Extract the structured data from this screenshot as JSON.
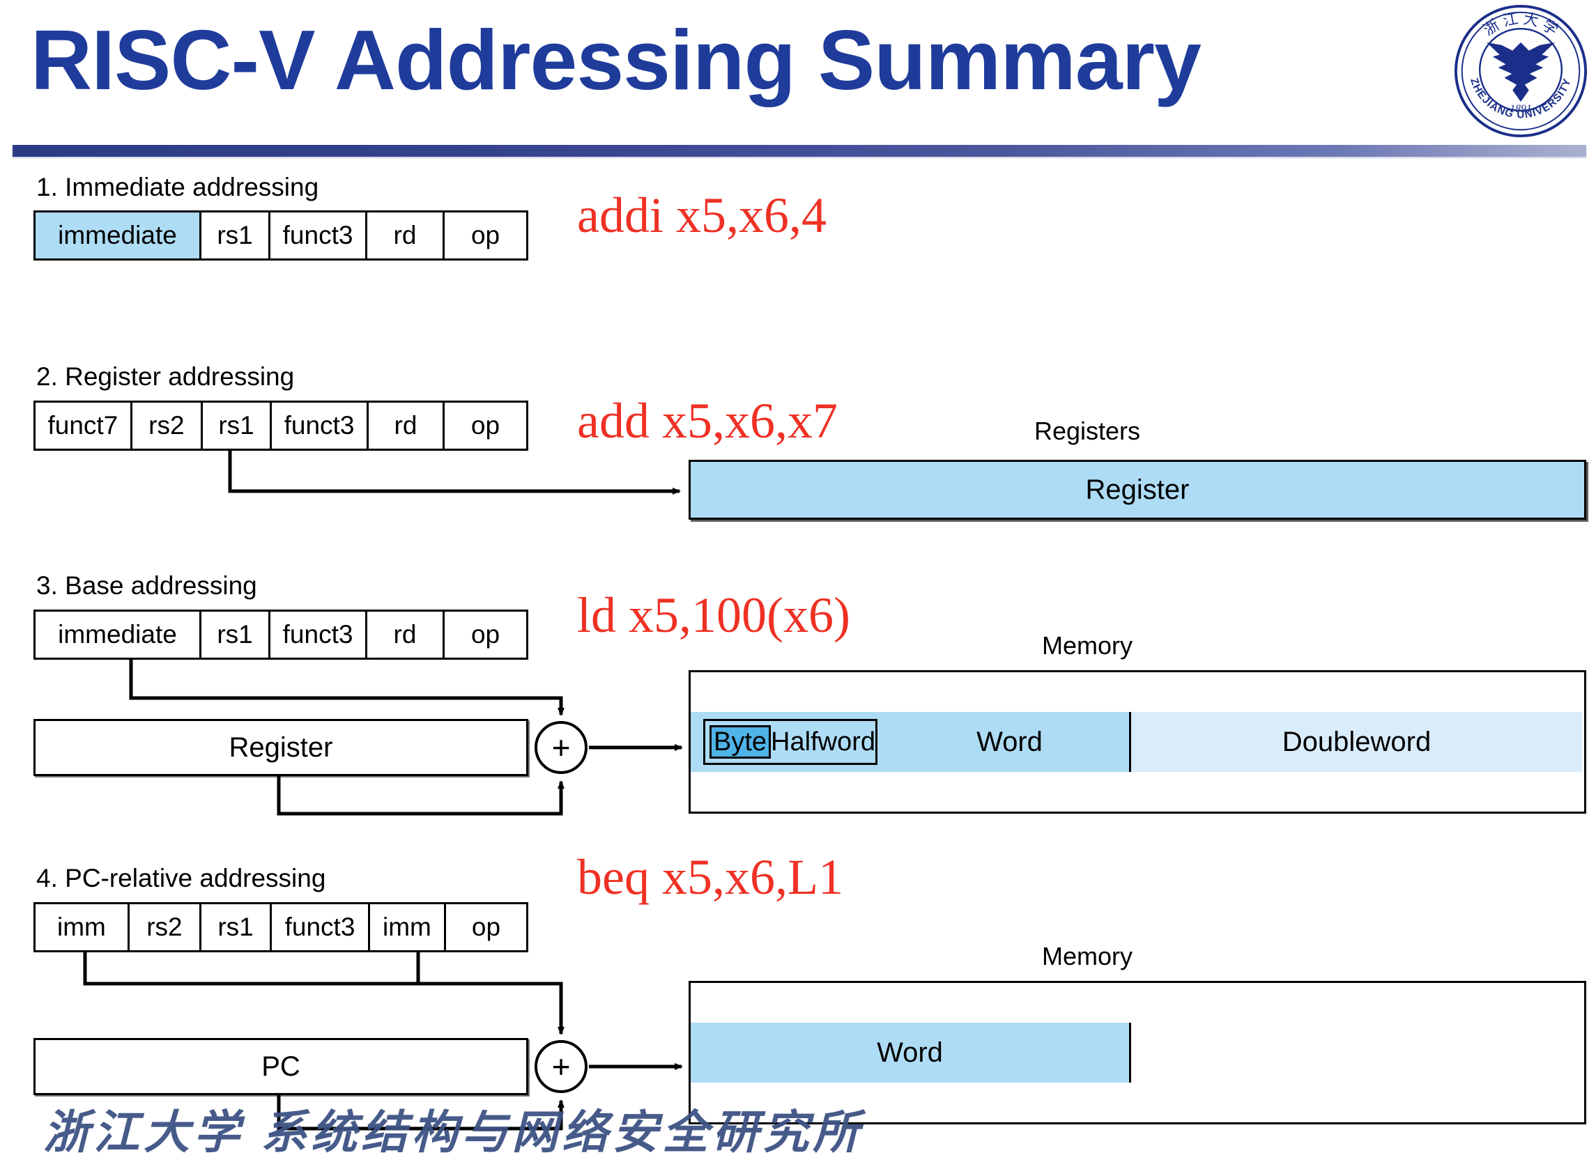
{
  "slide": {
    "title": "RISC-V Addressing Summary",
    "logo_alt": "zhejiang-university-seal",
    "logo_year": "1891",
    "logo_name_en": "ZHEJIANG UNIVERSITY",
    "footer": "浙江大学 系统结构与网络安全研究所",
    "accent_color": "#1F3C9B",
    "instruction_color": "#EE3124",
    "highlight_color": "#AEDCF5",
    "highlight_dark_color": "#4FB3E8",
    "highlight_pale_color": "#D9ECFB"
  },
  "sections": [
    {
      "label": "1.  Immediate addressing",
      "instruction": "addi x5,x6,4",
      "fields": [
        {
          "text": "immediate",
          "highlight": true
        },
        {
          "text": "rs1",
          "highlight": false
        },
        {
          "text": "funct3",
          "highlight": false
        },
        {
          "text": "rd",
          "highlight": false
        },
        {
          "text": "op",
          "highlight": false
        }
      ]
    },
    {
      "label": "2. Register addressing",
      "instruction": "add x5,x6,x7",
      "fields": [
        {
          "text": "funct7",
          "highlight": false
        },
        {
          "text": "rs2",
          "highlight": false
        },
        {
          "text": "rs1",
          "highlight": false
        },
        {
          "text": "funct3",
          "highlight": false
        },
        {
          "text": "rd",
          "highlight": false
        },
        {
          "text": "op",
          "highlight": false
        }
      ],
      "panel_caption": "Registers",
      "panel_cell": "Register"
    },
    {
      "label": "3.  Base addressing",
      "instruction": "ld x5,100(x6)",
      "fields": [
        {
          "text": "immediate",
          "highlight": false
        },
        {
          "text": "rs1",
          "highlight": false
        },
        {
          "text": "funct3",
          "highlight": false
        },
        {
          "text": "rd",
          "highlight": false
        },
        {
          "text": "op",
          "highlight": false
        }
      ],
      "operand_box": "Register",
      "adder": "+",
      "panel_caption": "Memory",
      "memory_cells": [
        {
          "text": "Byte",
          "tone": "dark"
        },
        {
          "text": "Halfword",
          "tone": "mid"
        },
        {
          "text": "Word",
          "tone": "mid"
        },
        {
          "text": "Doubleword",
          "tone": "pale"
        }
      ]
    },
    {
      "label": "4.  PC-relative addressing",
      "instruction": "beq x5,x6,L1",
      "fields": [
        {
          "text": "imm",
          "highlight": false
        },
        {
          "text": "rs2",
          "highlight": false
        },
        {
          "text": "rs1",
          "highlight": false
        },
        {
          "text": "funct3",
          "highlight": false
        },
        {
          "text": "imm",
          "highlight": false
        },
        {
          "text": "op",
          "highlight": false
        }
      ],
      "operand_box": "PC",
      "adder": "+",
      "panel_caption": "Memory",
      "memory_cells": [
        {
          "text": "Word",
          "tone": "mid"
        }
      ]
    }
  ]
}
